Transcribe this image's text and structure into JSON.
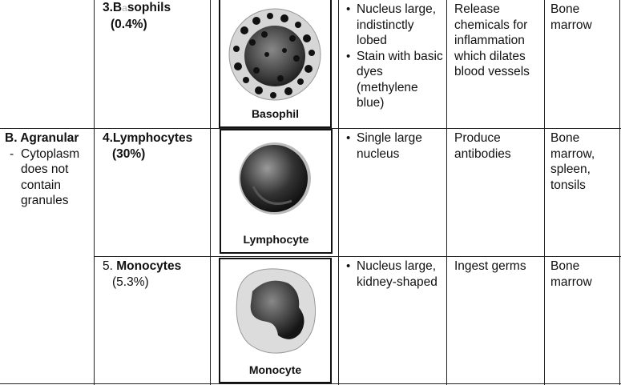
{
  "section_b": {
    "heading": "B. Agranular",
    "notes": [
      "Cytoplasm does not contain granules"
    ]
  },
  "rows": [
    {
      "name_prefix": "3.B",
      "name_glyph": "a",
      "name_suffix": "sophils",
      "percent": "(0.4%)",
      "image_caption": "Basophil",
      "image_icon": "basophil-cell-icon",
      "features": [
        "Nucleus large, indistinctly lobed",
        "Stain with basic dyes (methylene blue)"
      ],
      "function": "Release chemicals for inflammation which dilates blood vessels",
      "origin": "Bone marrow"
    },
    {
      "name": "4.Lymphocytes",
      "percent": "(30%)",
      "image_caption": "Lymphocyte",
      "image_icon": "lymphocyte-cell-icon",
      "features": [
        "Single large nucleus"
      ],
      "function": "Produce antibodies",
      "origin": "Bone marrow, spleen, tonsils"
    },
    {
      "name_number": "5.",
      "name_label": "Monocytes",
      "percent": "(5.3%)",
      "image_caption": "Monocyte",
      "image_icon": "monocyte-cell-icon",
      "features": [
        "Nucleus large, kidney-shaped"
      ],
      "function": "Ingest germs",
      "origin": "Bone marrow"
    }
  ]
}
